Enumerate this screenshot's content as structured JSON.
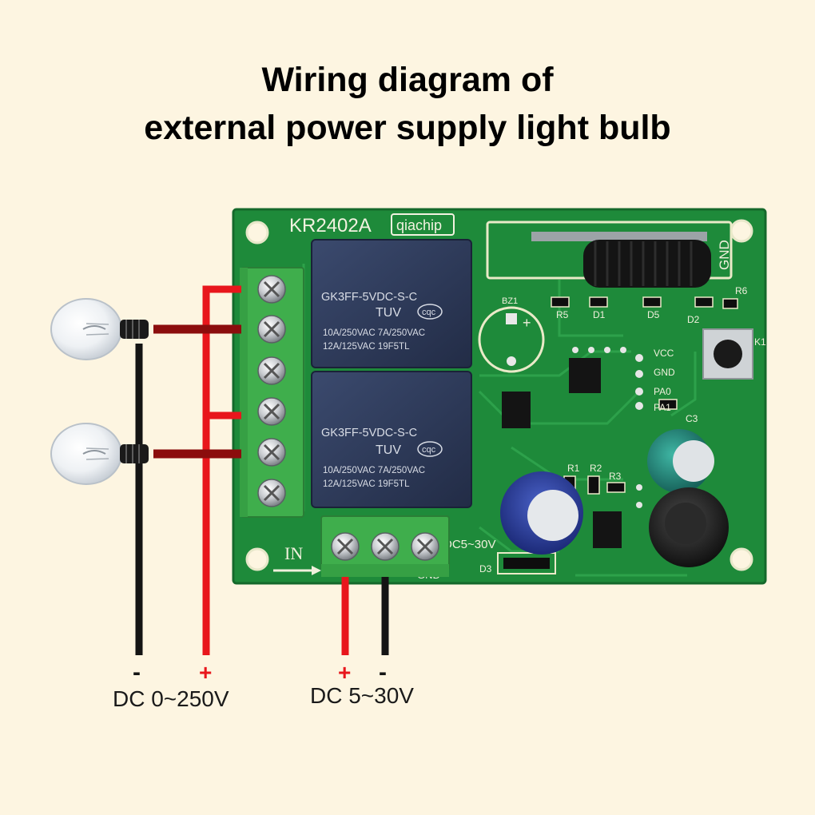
{
  "title": {
    "line1": "Wiring diagram of",
    "line2": "external power supply light bulb"
  },
  "board": {
    "model": "KR2402A",
    "brand": "qiachip",
    "relay_top": {
      "model": "GK3FF-5VDC-S-C",
      "cert": "TUV",
      "cert_badge": "cqc",
      "rating1": "10A/250VAC  7A/250VAC",
      "rating2": "12A/125VAC    19F5TL"
    },
    "relay_bottom": {
      "model": "GK3FF-5VDC-S-C",
      "cert": "TUV",
      "cert_badge": "cqc",
      "rating1": "10A/250VAC  7A/250VAC",
      "rating2": "12A/125VAC    19F5TL"
    },
    "silkscreen": {
      "gnd_antenna": "GND",
      "buzzer": "BZ1",
      "buzzer_plus": "+",
      "vcc": "VCC",
      "gnd": "GND",
      "pa0": "PA0",
      "pa1": "PA1",
      "c3": "C3",
      "r1": "R1",
      "r2": "R2",
      "r3": "R3",
      "r5": "R5",
      "r6": "R6",
      "d1": "D1",
      "d2": "D2",
      "d3": "D3",
      "d5": "D5",
      "k1": "K1",
      "input_range": "DC5~30V",
      "in_label": "IN",
      "gnd_terminal": "GND"
    }
  },
  "left_supply": {
    "minus": "-",
    "plus": "+",
    "label": "DC 0~250V"
  },
  "right_supply": {
    "plus": "+",
    "minus": "-",
    "label": "DC 5~30V"
  },
  "colors": {
    "background": "#fdf5e1",
    "pcb": "#1e8a3a",
    "terminal": "#3fae4c",
    "relay": "#2d3b5c",
    "wire_positive": "#e8161c",
    "wire_load": "#8b0d0d",
    "wire_negative": "#141414"
  }
}
